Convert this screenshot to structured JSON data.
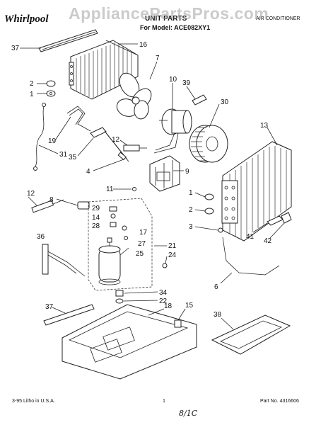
{
  "header": {
    "brand": "Whirlpool",
    "title": "UNIT PARTS",
    "model_line": "For Model: ACE082XY1",
    "category": "AIR CONDITIONER",
    "watermark": "AppliancePartsPros.com"
  },
  "footer": {
    "date_litho": "3-95  Litho in U.S.A.",
    "page_no": "1",
    "handwriting": "8/1C",
    "part_no": "Part No. 4316606"
  },
  "callouts": {
    "c37a": "37",
    "c16": "16",
    "c7": "7",
    "c2a": "2",
    "c1a": "1",
    "c10": "10",
    "c39": "39",
    "c30": "30",
    "c13": "13",
    "c19": "19",
    "c31": "31",
    "c35": "35",
    "c4": "4",
    "c12a": "12",
    "c9": "9",
    "c11": "11",
    "c12b": "12",
    "c8": "8",
    "c29": "29",
    "c14": "14",
    "c28": "28",
    "c17": "17",
    "c27": "27",
    "c25": "25",
    "c21": "21",
    "c24": "24",
    "c36": "36",
    "c1b": "1",
    "c2b": "2",
    "c3": "3",
    "c41": "41",
    "c42": "42",
    "c6": "6",
    "c34": "34",
    "c22": "22",
    "c37b": "37",
    "c18": "18",
    "c15": "15",
    "c38": "38"
  }
}
